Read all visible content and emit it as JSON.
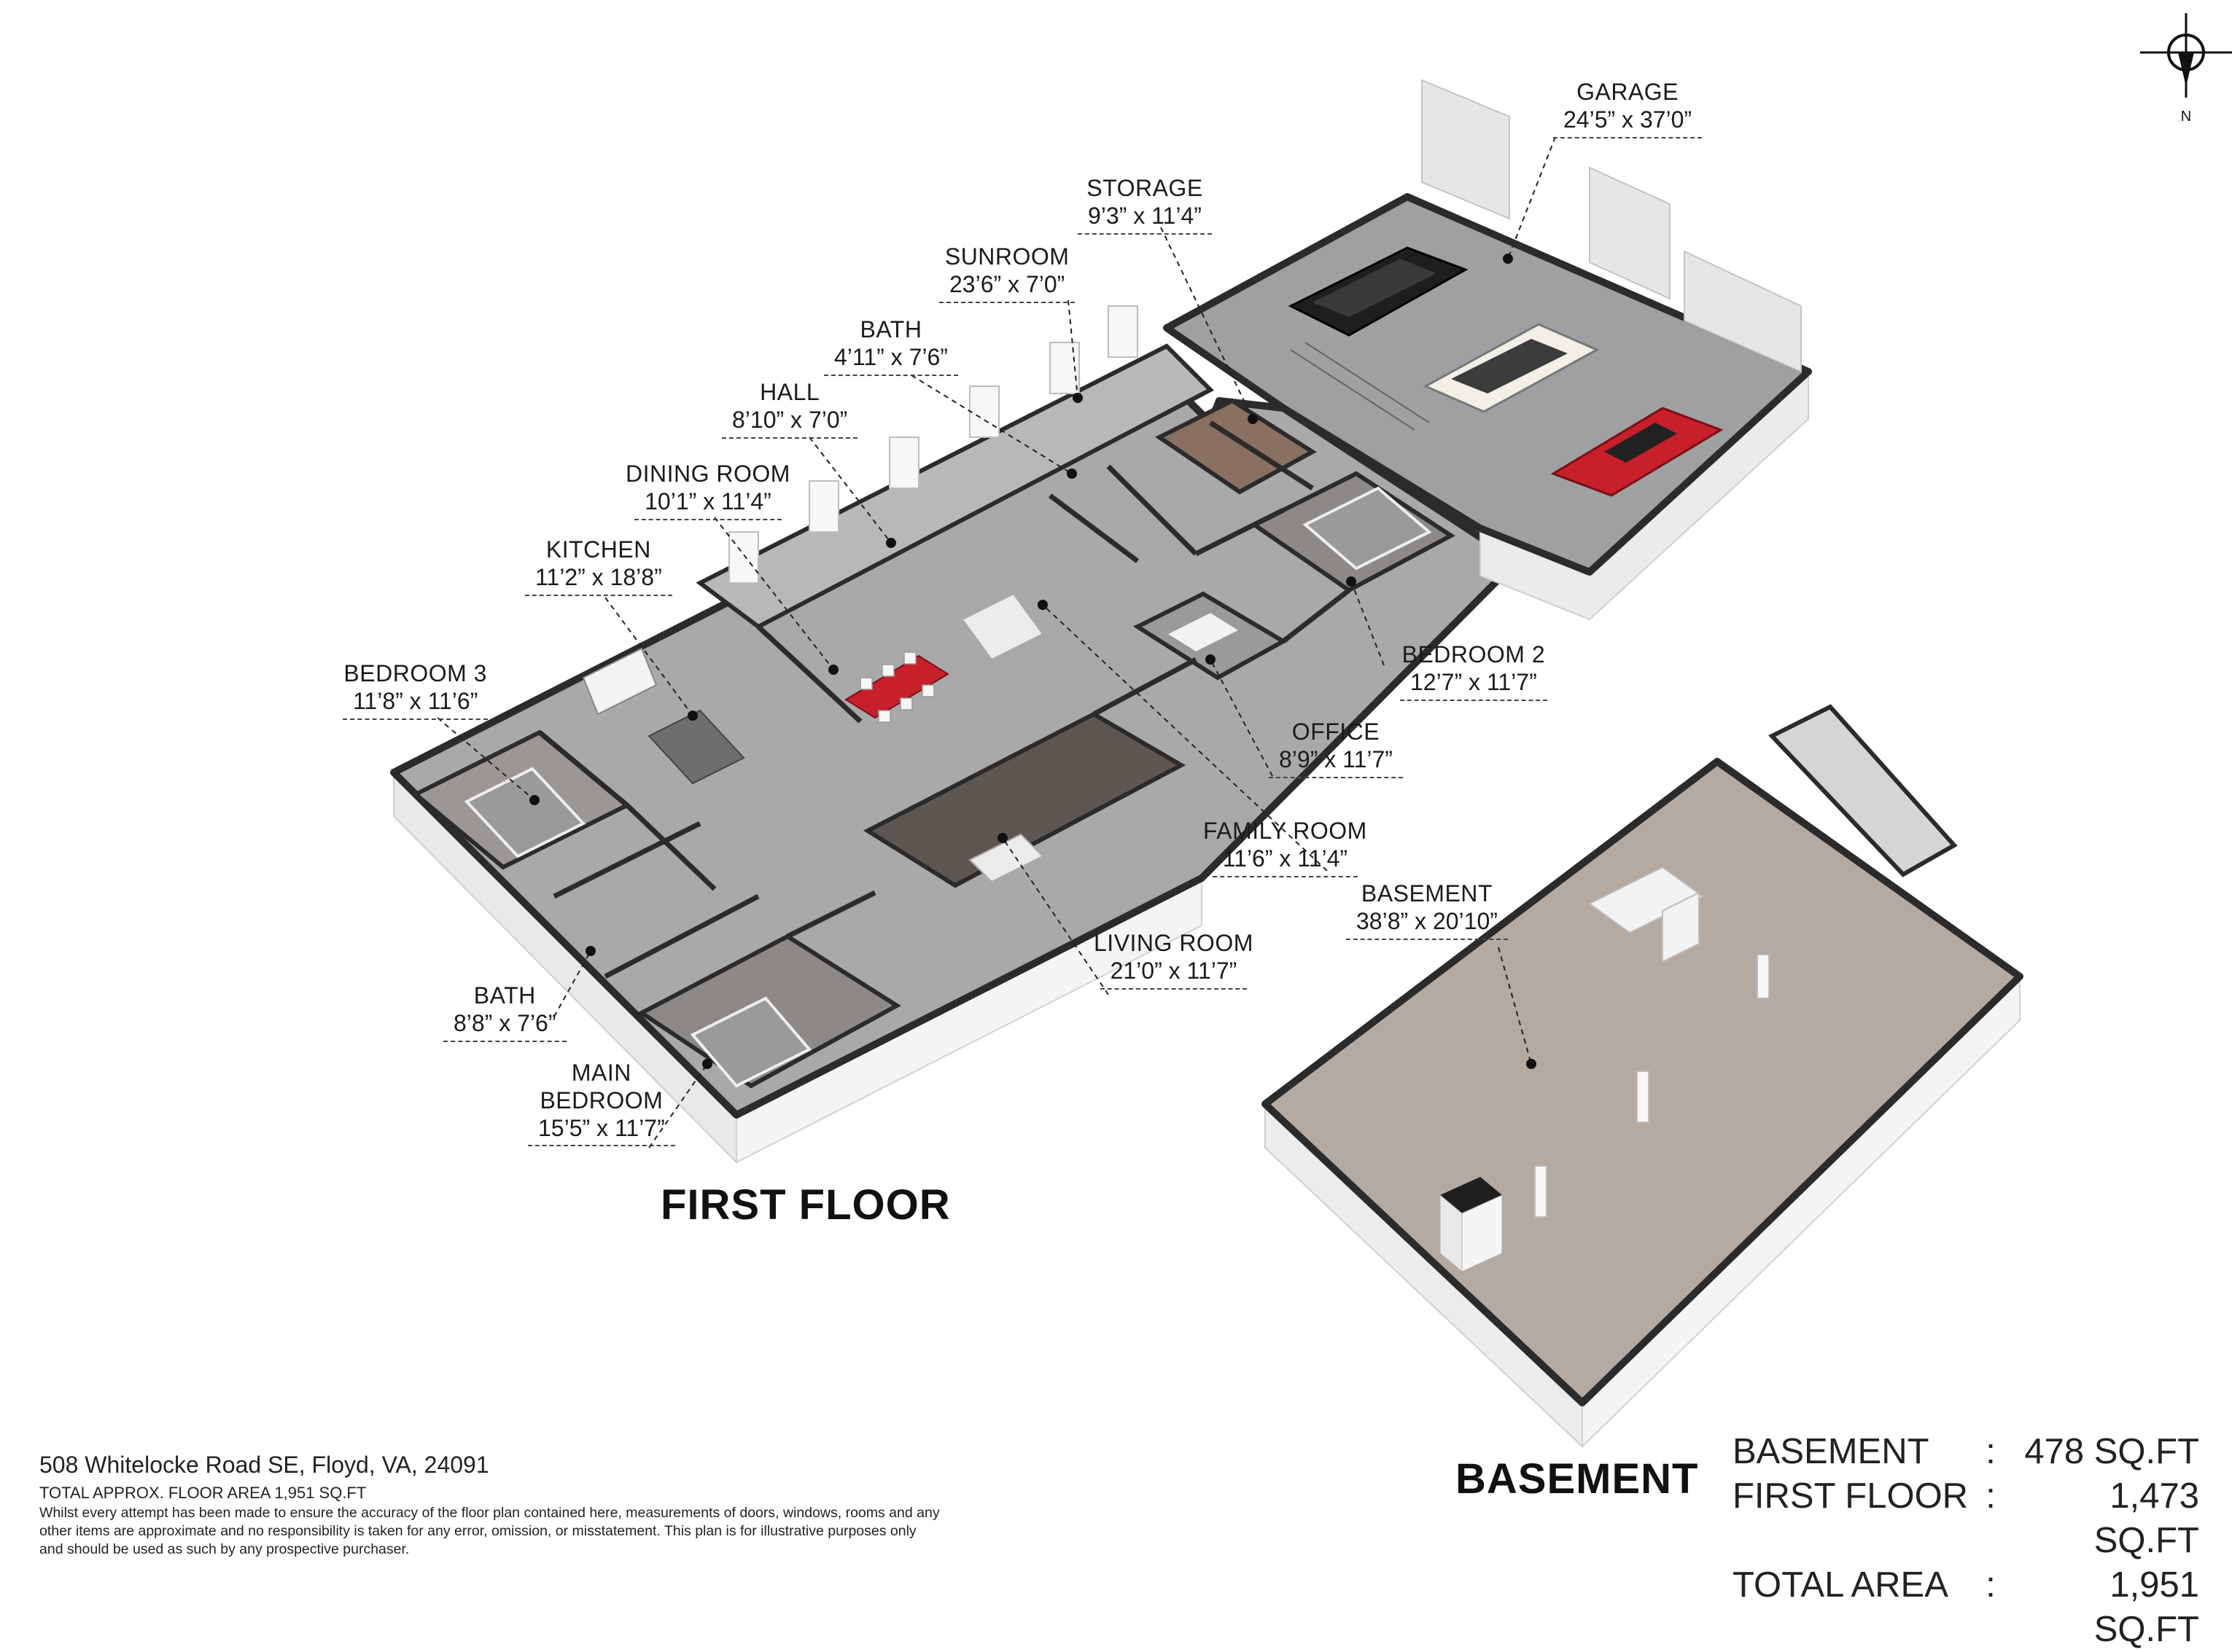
{
  "rooms": {
    "garage": {
      "name": "GARAGE",
      "dims": "24’5” x 37’0”"
    },
    "storage": {
      "name": "STORAGE",
      "dims": "9’3” x 11’4”"
    },
    "sunroom": {
      "name": "SUNROOM",
      "dims": "23’6” x 7’0”"
    },
    "bath_upper": {
      "name": "BATH",
      "dims": "4’11” x 7’6”"
    },
    "hall": {
      "name": "HALL",
      "dims": "8’10” x 7’0”"
    },
    "dining_room": {
      "name": "DINING ROOM",
      "dims": "10’1” x 11’4”"
    },
    "kitchen": {
      "name": "KITCHEN",
      "dims": "11’2” x 18’8”"
    },
    "bedroom3": {
      "name": "BEDROOM 3",
      "dims": "11’8” x 11’6”"
    },
    "bedroom2": {
      "name": "BEDROOM 2",
      "dims": "12’7” x 11’7”"
    },
    "office": {
      "name": "OFFICE",
      "dims": "8’9” x 11’7”"
    },
    "family_room": {
      "name": "FAMILY ROOM",
      "dims": "11’6” x 11’4”"
    },
    "basement": {
      "name": "BASEMENT",
      "dims": "38’8” x 20’10”"
    },
    "living_room": {
      "name": "LIVING ROOM",
      "dims": "21’0” x 11’7”"
    },
    "bath_lower": {
      "name": "BATH",
      "dims": "8’8” x 7’6”"
    },
    "main_bedroom": {
      "name1": "MAIN",
      "name2": "BEDROOM",
      "dims": "15’5” x 11’7”"
    }
  },
  "floors": {
    "first": "FIRST FLOOR",
    "basement": "BASEMENT"
  },
  "compass": {
    "north": "N"
  },
  "footer": {
    "address": "508 Whitelocke Road SE, Floyd, VA, 24091",
    "total_note": "TOTAL APPROX. FLOOR AREA 1,951 SQ.FT",
    "disclaimer": "Whilst every attempt has been made to ensure the accuracy of the floor plan contained here, measurements of doors, windows, rooms and any other items are approximate and no responsibility is taken for any error, omission, or misstatement. This plan is for illustrative purposes only and should be used as such by any prospective purchaser."
  },
  "areas": [
    {
      "label": "BASEMENT",
      "sep": ":",
      "value": "478 SQ.FT"
    },
    {
      "label": "FIRST FLOOR",
      "sep": ":",
      "value": "1,473 SQ.FT"
    },
    {
      "label": "TOTAL AREA",
      "sep": ":",
      "value": "1,951 SQ.FT"
    }
  ],
  "colors": {
    "wall_dark": "#2b2b2b",
    "floor_grey": "#a7a7a7",
    "garage_floor": "#9fa0a2",
    "basement_floor": "#b5aaa1",
    "family_floor": "#5e5651",
    "wood_floor": "#8a7061",
    "bedroom_floor": "#8d8987",
    "accent_red": "#c8202a"
  }
}
